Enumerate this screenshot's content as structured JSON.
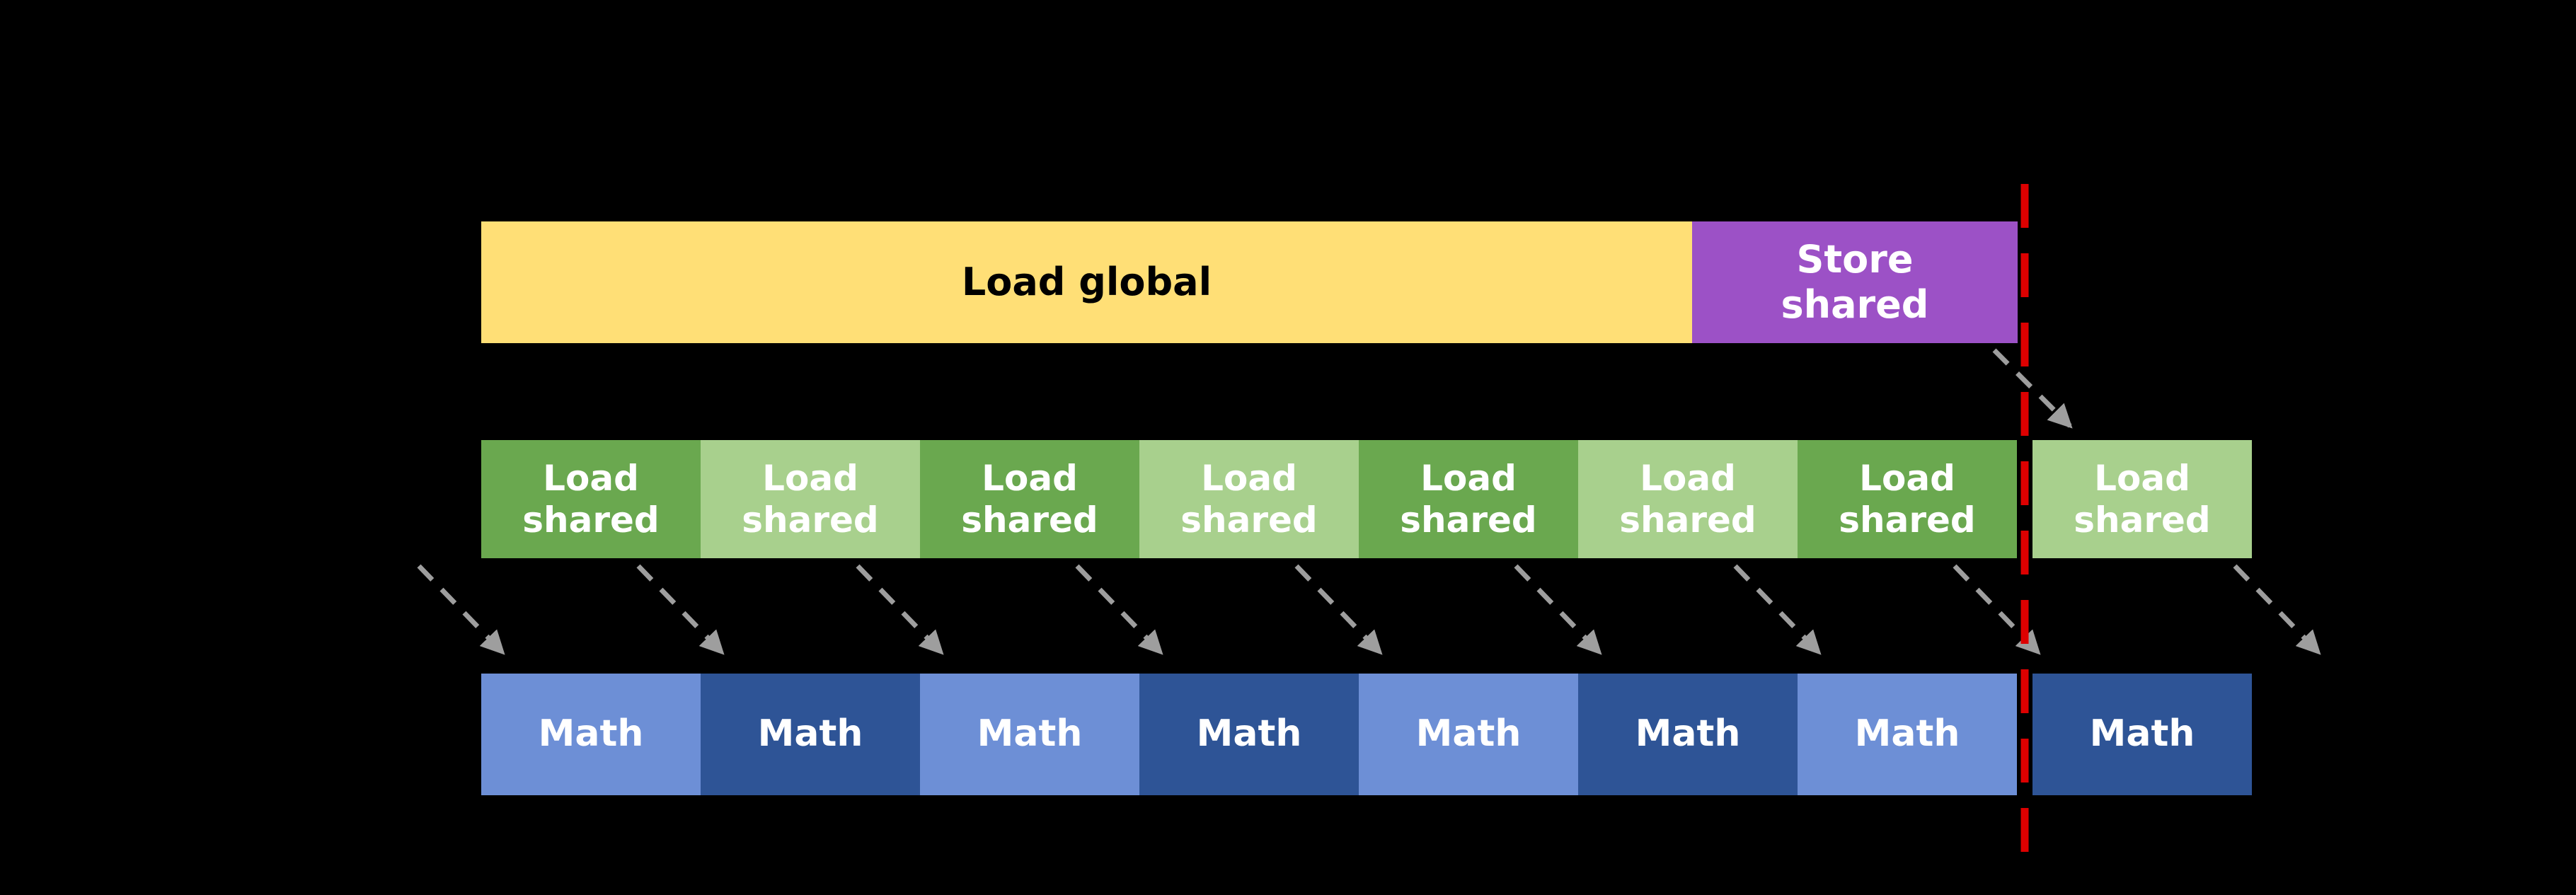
{
  "diagram": {
    "background": "#000000",
    "top_row": {
      "load_global": {
        "label": "Load global",
        "color": "#ffdf76",
        "text_color": "#000000"
      },
      "store_shared": {
        "line1": "Store",
        "line2": "shared",
        "color": "#9c51c6",
        "text_color": "#ffffff"
      }
    },
    "load_shared_row": {
      "line1": "Load",
      "line2": "shared",
      "text_color": "#ffffff",
      "shade_colors": {
        "dark": "#6aa84f",
        "light": "#a8d08d"
      },
      "blocks": [
        "dark",
        "light",
        "dark",
        "light",
        "dark",
        "light",
        "dark",
        "light"
      ]
    },
    "math_row": {
      "label": "Math",
      "text_color": "#ffffff",
      "shade_colors": {
        "light": "#6d8fd6",
        "dark": "#2e5496"
      },
      "blocks": [
        "light",
        "dark",
        "light",
        "dark",
        "light",
        "dark",
        "light",
        "dark"
      ]
    },
    "divider": {
      "color": "#dd0000",
      "style": "dashed"
    },
    "arrows": {
      "color": "#9e9e9e",
      "style": "dashed",
      "row_arrow_count": 9,
      "store_to_load_count": 1
    }
  }
}
